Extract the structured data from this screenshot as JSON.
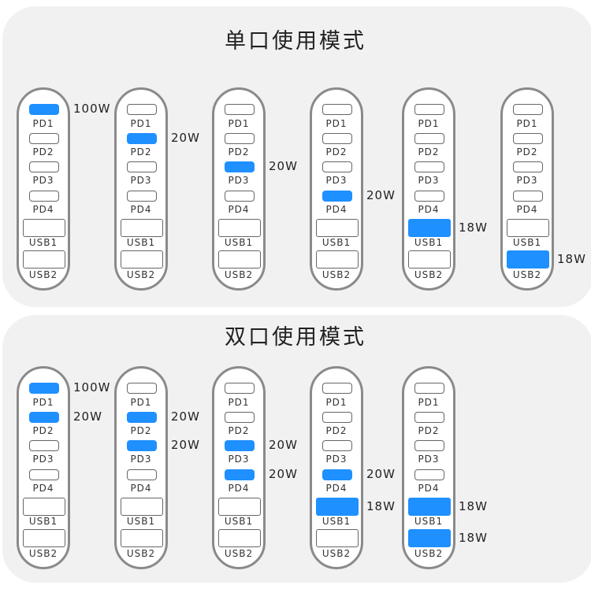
{
  "colors": {
    "active": "#1e90ff",
    "panel": "#f1f1f1",
    "outline": "#8a8a8a"
  },
  "sections": [
    {
      "title": "单口使用模式",
      "units": [
        {
          "active": [
            "PD1"
          ],
          "watts": [
            {
              "port": "PD1",
              "text": "100W"
            }
          ]
        },
        {
          "active": [
            "PD2"
          ],
          "watts": [
            {
              "port": "PD2",
              "text": "20W"
            }
          ]
        },
        {
          "active": [
            "PD3"
          ],
          "watts": [
            {
              "port": "PD3",
              "text": "20W"
            }
          ]
        },
        {
          "active": [
            "PD4"
          ],
          "watts": [
            {
              "port": "PD4",
              "text": "20W"
            }
          ]
        },
        {
          "active": [
            "USB1"
          ],
          "watts": [
            {
              "port": "USB1",
              "text": "18W"
            }
          ]
        },
        {
          "active": [
            "USB2"
          ],
          "watts": [
            {
              "port": "USB2",
              "text": "18W"
            }
          ]
        }
      ]
    },
    {
      "title": "双口使用模式",
      "units": [
        {
          "active": [
            "PD1",
            "PD2"
          ],
          "watts": [
            {
              "port": "PD1",
              "text": "100W"
            },
            {
              "port": "PD2",
              "text": "20W"
            }
          ]
        },
        {
          "active": [
            "PD2",
            "PD3"
          ],
          "watts": [
            {
              "port": "PD2",
              "text": "20W"
            },
            {
              "port": "PD3",
              "text": "20W"
            }
          ]
        },
        {
          "active": [
            "PD3",
            "PD4"
          ],
          "watts": [
            {
              "port": "PD3",
              "text": "20W"
            },
            {
              "port": "PD4",
              "text": "20W"
            }
          ]
        },
        {
          "active": [
            "PD4",
            "USB1"
          ],
          "watts": [
            {
              "port": "PD4",
              "text": "20W"
            },
            {
              "port": "USB1",
              "text": "18W"
            }
          ]
        },
        {
          "active": [
            "USB1",
            "USB2"
          ],
          "watts": [
            {
              "port": "USB1",
              "text": "18W"
            },
            {
              "port": "USB2",
              "text": "18W"
            }
          ]
        }
      ]
    }
  ],
  "ports": [
    "PD1",
    "PD2",
    "PD3",
    "PD4",
    "USB1",
    "USB2"
  ]
}
